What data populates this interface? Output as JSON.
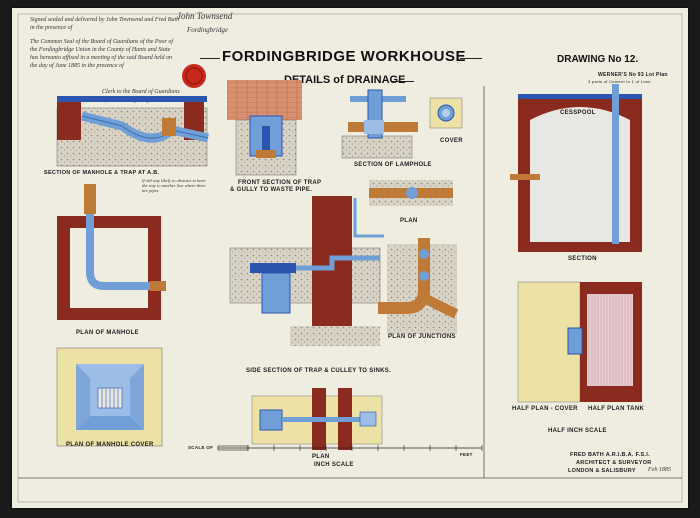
{
  "drawing_title": "FORDINGBRIDGE WORKHOUSE",
  "subtitle": "DETAILS of DRAINAGE",
  "drawing_number": "DRAWING No 12.",
  "paper_note_line1": "WERNER'S No 93 Lot Plan",
  "paper_note_line2": "3 parts of Cement to 1 of Lime",
  "views": {
    "section_manhole": "SECTION OF MANHOLE & TRAP AT A.B.",
    "front_section": "FRONT SECTION OF TRAP",
    "front_section2": "& GULLY TO WASTE PIPE.",
    "section_lamphole": "SECTION OF LAMPHOLE",
    "cover": "COVER",
    "cesspool": "CESSPOOL",
    "section": "SECTION",
    "plan_top": "PLAN",
    "plan_manhole": "PLAN OF MANHOLE",
    "plan_junctions": "PLAN OF JUNCTIONS",
    "side_section": "SIDE SECTION OF TRAP & CULLEY TO SINKS.",
    "half_plan_cover": "HALF PLAN - COVER",
    "half_plan_tank": "HALF PLAN TANK",
    "half_inch_scale": "HALF INCH SCALE",
    "plan_manhole_cover": "PLAN OF MANHOLE COVER",
    "plan_bottom": "PLAN",
    "inch_scale": "INCH SCALE"
  },
  "scale_left": "SCALE OF",
  "scale_right": "FEET",
  "architect": {
    "name": "FRED BATH A.R.I.B.A. F.S.I.",
    "role": "ARCHITECT & SURVEYOR",
    "location": "LONDON & SALISBURY",
    "date": "Feb 1885"
  },
  "colors": {
    "paper": "#efece0",
    "brick": "#8b2a1e",
    "pipe_blue": "#6f9fd6",
    "clay_pipe": "#c07a38",
    "concrete": "#d8d2c4",
    "cover_yellow": "#ece2a6"
  }
}
